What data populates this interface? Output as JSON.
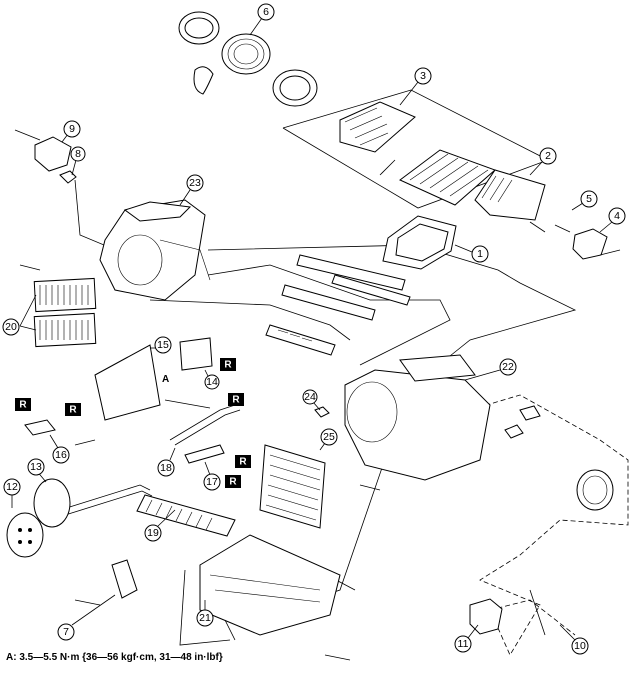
{
  "callouts": [
    "1",
    "2",
    "3",
    "4",
    "5",
    "6",
    "7",
    "8",
    "9",
    "10",
    "11",
    "12",
    "13",
    "14",
    "15",
    "16",
    "17",
    "18",
    "19",
    "20",
    "21",
    "22",
    "23",
    "24",
    "25"
  ],
  "replace_badge": "R",
  "torque_marker": "A",
  "footer_note": "A: 3.5—5.5 N·m {36—56 kgf·cm, 31—48 in·lbf}"
}
